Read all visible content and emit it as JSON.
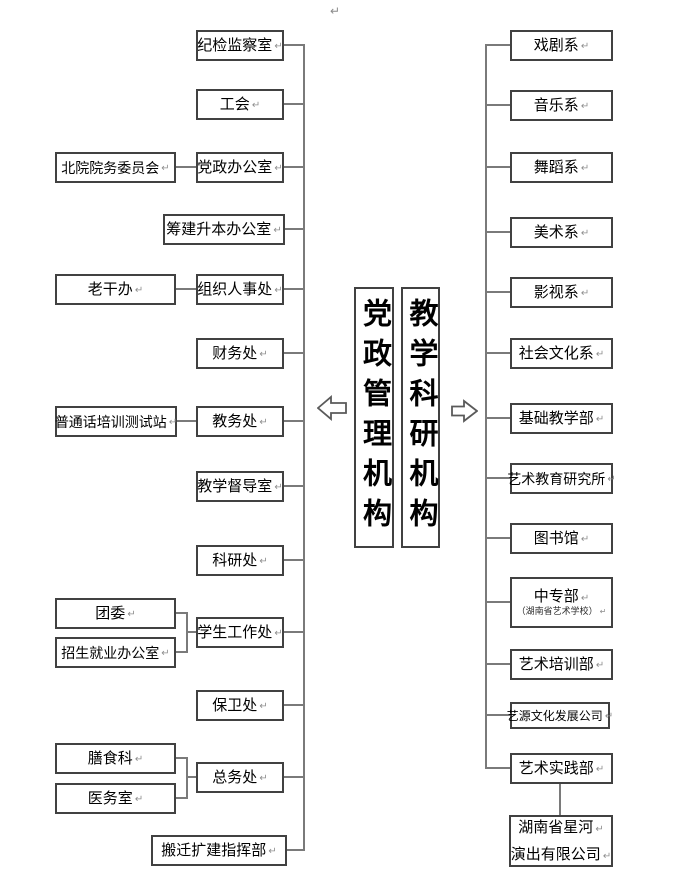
{
  "center": {
    "left_title": "党政管理机构",
    "right_title": "教学科研机构"
  },
  "left_main": [
    "纪检监察室",
    "工会",
    "党政办公室",
    "筹建升本办公室",
    "组织人事处",
    "财务处",
    "教务处",
    "教学督导室",
    "科研处",
    "学生工作处",
    "保卫处",
    "总务处",
    "搬迁扩建指挥部"
  ],
  "left_aux": [
    "北院院务委员会",
    "老干办",
    "普通话培训测试站",
    "团委",
    "招生就业办公室",
    "膳食科",
    "医务室"
  ],
  "right_main": [
    "戏剧系",
    "音乐系",
    "舞蹈系",
    "美术系",
    "影视系",
    "社会文化系",
    "基础教学部",
    "艺术教育研究所",
    "图书馆",
    "中专部",
    "艺术培训部",
    "艺源文化发展公司",
    "艺术实践部"
  ],
  "right_extra": {
    "secondary_school_note": "（湖南省艺术学校）",
    "xinghe_line1": "湖南省星河",
    "xinghe_line2": "演出有限公司"
  },
  "glyphs": {
    "return_mark": "↵"
  },
  "colors": {
    "box_border": "#414141",
    "line": "#7a7a7a",
    "text": "#000000",
    "mark": "#8f8f8f"
  }
}
